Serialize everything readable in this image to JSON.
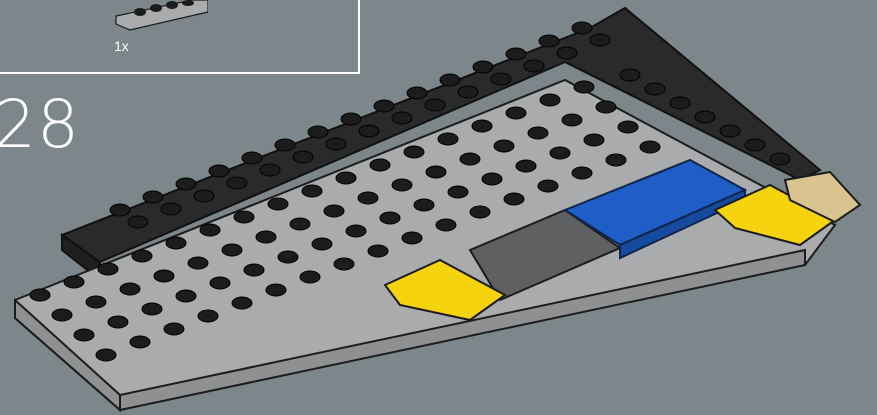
{
  "callout": {
    "quantity": "1x",
    "part_icon": "gray-wedge-plate-icon"
  },
  "step": {
    "number": "28"
  },
  "model": {
    "description_icon": "lego-wing-assembly-illustration",
    "colors": {
      "background": "#7d878b",
      "black_plate": "#2a2a2a",
      "light_gray": "#a9abac",
      "dark_gray": "#5e6061",
      "blue": "#1e5ec6",
      "yellow": "#f5d30f",
      "tan": "#d9c48f",
      "stud": "#1c1c1c"
    }
  }
}
